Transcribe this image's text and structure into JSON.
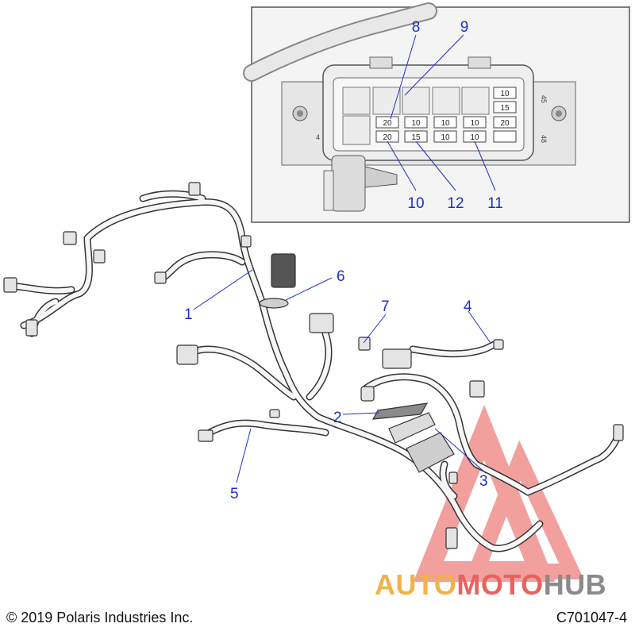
{
  "inset": {
    "fuse_ratings": {
      "row_top_left": "20",
      "row_top_mid1": "10",
      "row_top_mid2": "10",
      "row_top_mid3": "10",
      "row_bot_left": "20",
      "row_bot_mid1": "15",
      "row_bot_mid2": "10",
      "row_bot_mid3": "10",
      "right_col_1": "10",
      "right_col_2": "15",
      "right_col_3": "20"
    },
    "pin_labels": {
      "left": "4",
      "right_top": "45",
      "right_bottom": "48"
    },
    "callouts": [
      "8",
      "9",
      "10",
      "12",
      "11"
    ]
  },
  "callouts": {
    "c1": "1",
    "c2": "2",
    "c3": "3",
    "c4": "4",
    "c5": "5",
    "c6": "6",
    "c7": "7"
  },
  "footer": {
    "copyright": "© 2019 Polaris Industries Inc.",
    "part_number": "C701047-4"
  },
  "watermark": {
    "part1": "AUTO",
    "part2": "MOTO",
    "part3": "HUB"
  },
  "colors": {
    "callout": "#1f2fc8",
    "watermark_orange": "#f2b24a",
    "watermark_red": "#e8625f",
    "watermark_gray": "#8a8a8a"
  }
}
